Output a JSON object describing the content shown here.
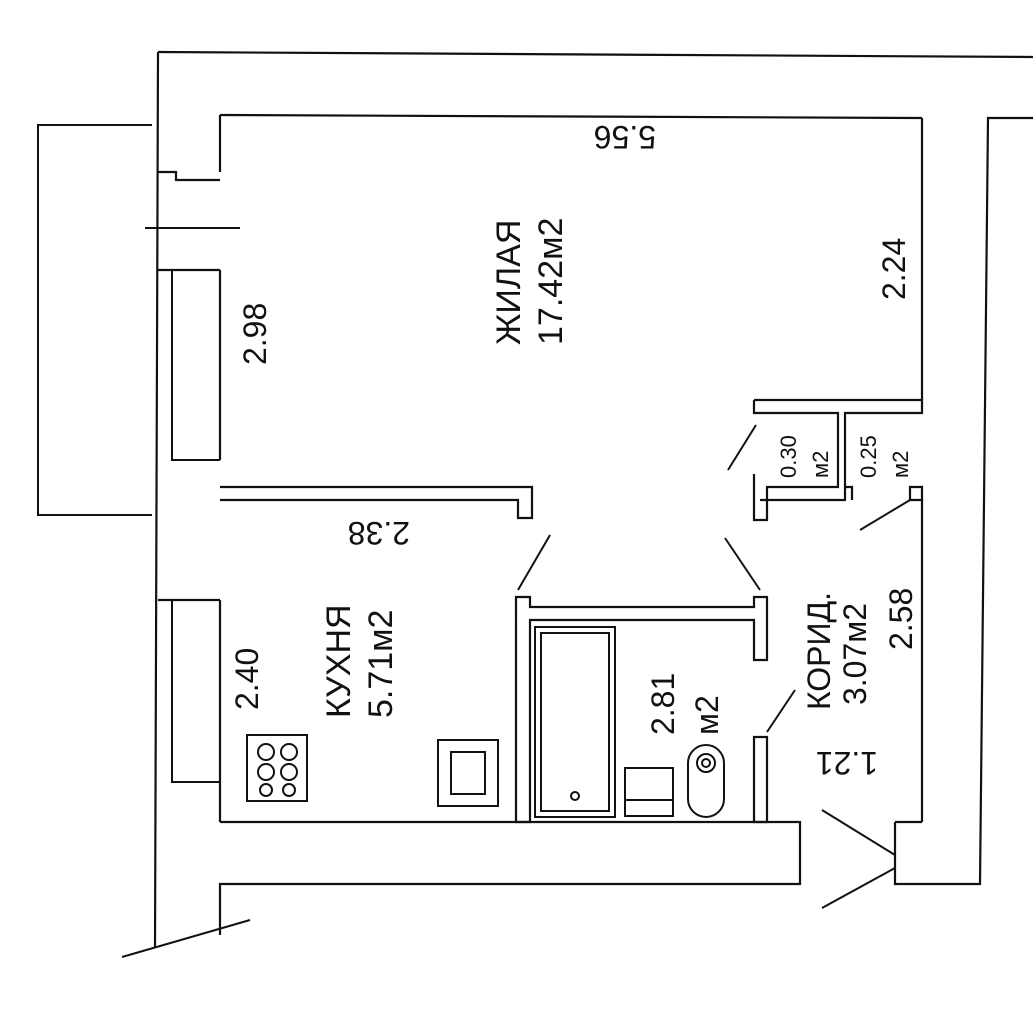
{
  "rooms": {
    "living": {
      "name": "ЖИЛАЯ",
      "area": "17.42м2"
    },
    "kitchen": {
      "name": "КУХНЯ",
      "area": "5.71м2"
    },
    "corridor": {
      "name": "КОРИД.",
      "area": "3.07м2"
    },
    "bathroom": {
      "area": "2.81",
      "unit": "м2"
    },
    "closet_1": {
      "area": "0.30",
      "unit": "м2"
    },
    "closet_2": {
      "area": "0.25",
      "unit": "м2"
    }
  },
  "dimensions": {
    "living_width": "5.56",
    "living_left": "2.98",
    "living_right": "2.24",
    "kitchen_width": "2.38",
    "kitchen_left": "2.40",
    "corridor_length": "2.58",
    "corridor_width": "1.21"
  },
  "icons": [
    "stove-icon",
    "sink-icon",
    "bathtub-icon",
    "toilet-icon",
    "washbasin-icon"
  ]
}
